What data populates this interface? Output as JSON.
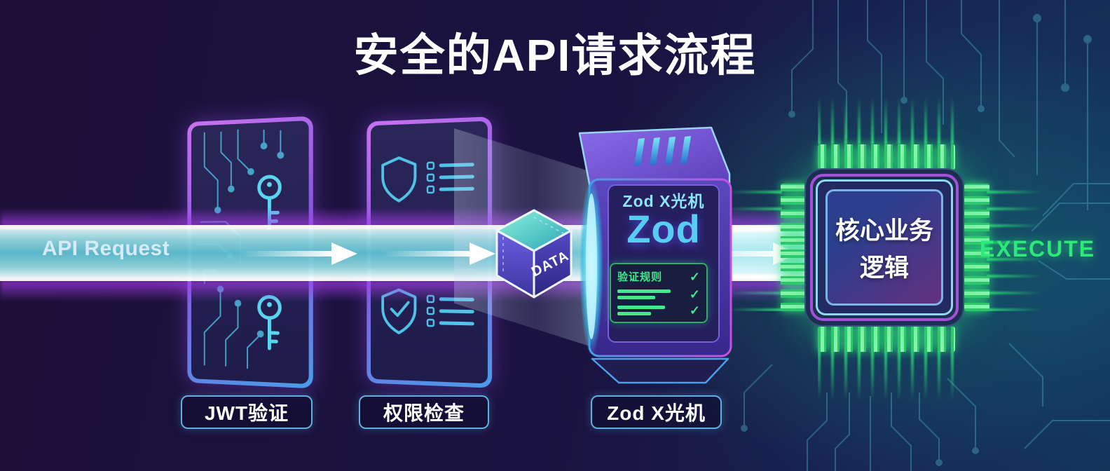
{
  "title": "安全的API请求流程",
  "input": {
    "label": "API Request"
  },
  "output": {
    "label": "EXECUTE"
  },
  "cube": {
    "label": "DATA"
  },
  "scanner": {
    "name": "Zod X光机",
    "logo": "Zod",
    "rules_title": "验证规则",
    "check_glyph": "✓"
  },
  "chip": {
    "label_line1": "核心业务",
    "label_line2": "逻辑"
  },
  "stage_labels": [
    {
      "label": "JWT验证"
    },
    {
      "label": "权限检查"
    },
    {
      "label": "Zod X光机"
    }
  ],
  "colors": {
    "background": "#1b1038",
    "beam_teal": "#5fc0d2",
    "glow_purple": "#a83ceb",
    "accent_cyan": "#4fc3e8",
    "accent_green": "#2ee87a",
    "card_border_purple": "#a55ce8",
    "card_border_blue": "#4a9de8",
    "label_border": "#5fb0e0",
    "text_white": "#ffffff"
  }
}
